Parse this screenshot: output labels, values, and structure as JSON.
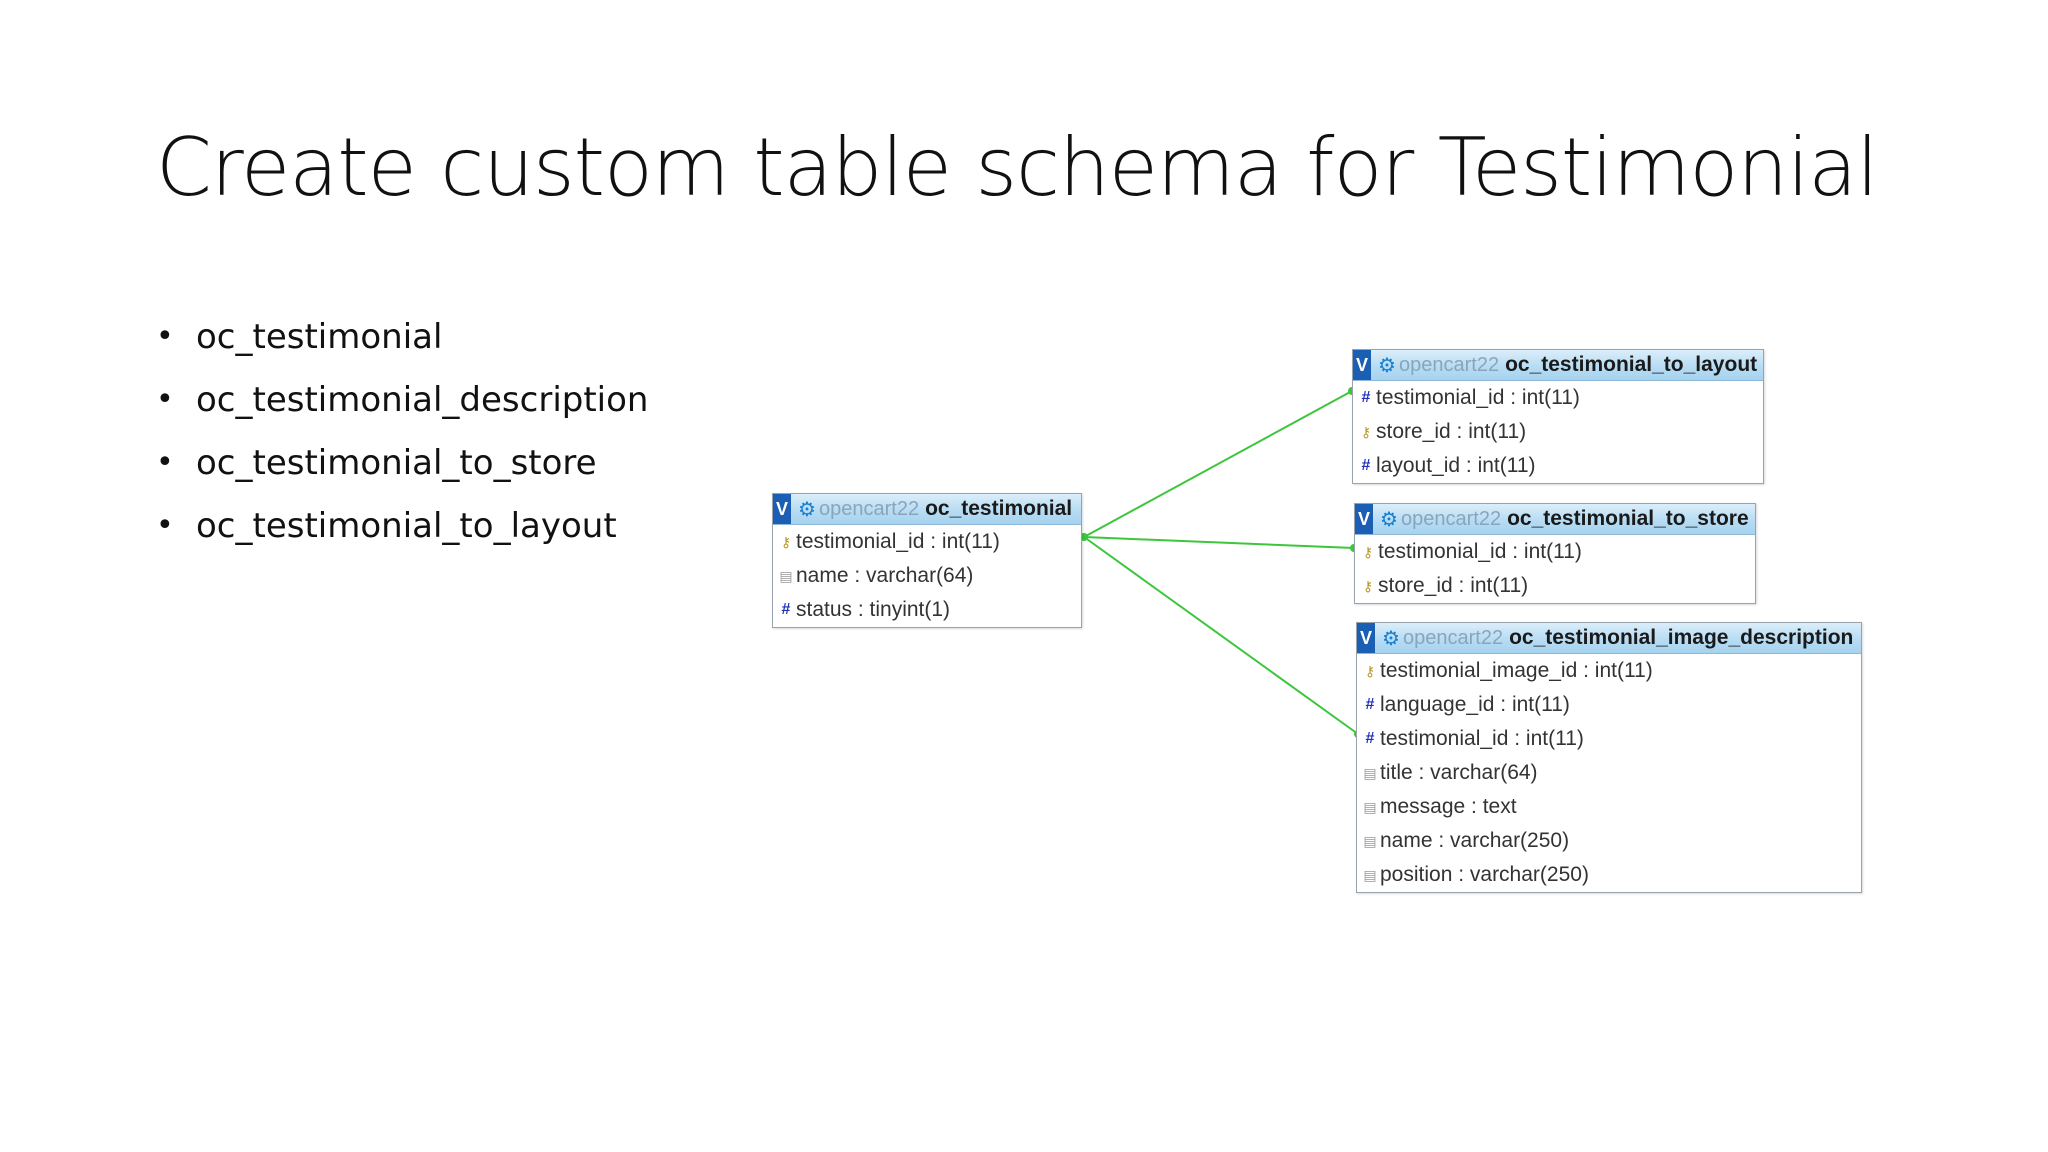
{
  "slide": {
    "title": "Create custom table schema for Testimonial",
    "bullets": [
      "oc_testimonial",
      "oc_testimonial_description",
      "oc_testimonial_to_store",
      "oc_testimonial_to_layout"
    ]
  },
  "diagram": {
    "database": "opencart22",
    "line_color": "#3cc63c",
    "header_toggle": "V",
    "tables": {
      "main": {
        "name": "oc_testimonial",
        "fields": [
          {
            "text": "testimonial_id : int(11)",
            "icon": "key-icon"
          },
          {
            "text": "name : varchar(64)",
            "icon": "field-icon"
          },
          {
            "text": "status : tinyint(1)",
            "icon": "index-icon"
          }
        ]
      },
      "to_layout": {
        "name": "oc_testimonial_to_layout",
        "fields": [
          {
            "text": "testimonial_id : int(11)",
            "icon": "index-icon"
          },
          {
            "text": "store_id : int(11)",
            "icon": "key-icon"
          },
          {
            "text": "layout_id : int(11)",
            "icon": "index-icon"
          }
        ]
      },
      "to_store": {
        "name": "oc_testimonial_to_store",
        "fields": [
          {
            "text": "testimonial_id : int(11)",
            "icon": "key-icon"
          },
          {
            "text": "store_id : int(11)",
            "icon": "key-icon"
          }
        ]
      },
      "image_description": {
        "name": "oc_testimonial_image_description",
        "fields": [
          {
            "text": "testimonial_image_id : int(11)",
            "icon": "key-icon"
          },
          {
            "text": "language_id : int(11)",
            "icon": "index-icon"
          },
          {
            "text": "testimonial_id : int(11)",
            "icon": "index-icon"
          },
          {
            "text": "title : varchar(64)",
            "icon": "field-icon"
          },
          {
            "text": "message : text",
            "icon": "field-icon"
          },
          {
            "text": "name : varchar(250)",
            "icon": "field-icon"
          },
          {
            "text": "position : varchar(250)",
            "icon": "field-icon"
          }
        ]
      }
    }
  }
}
